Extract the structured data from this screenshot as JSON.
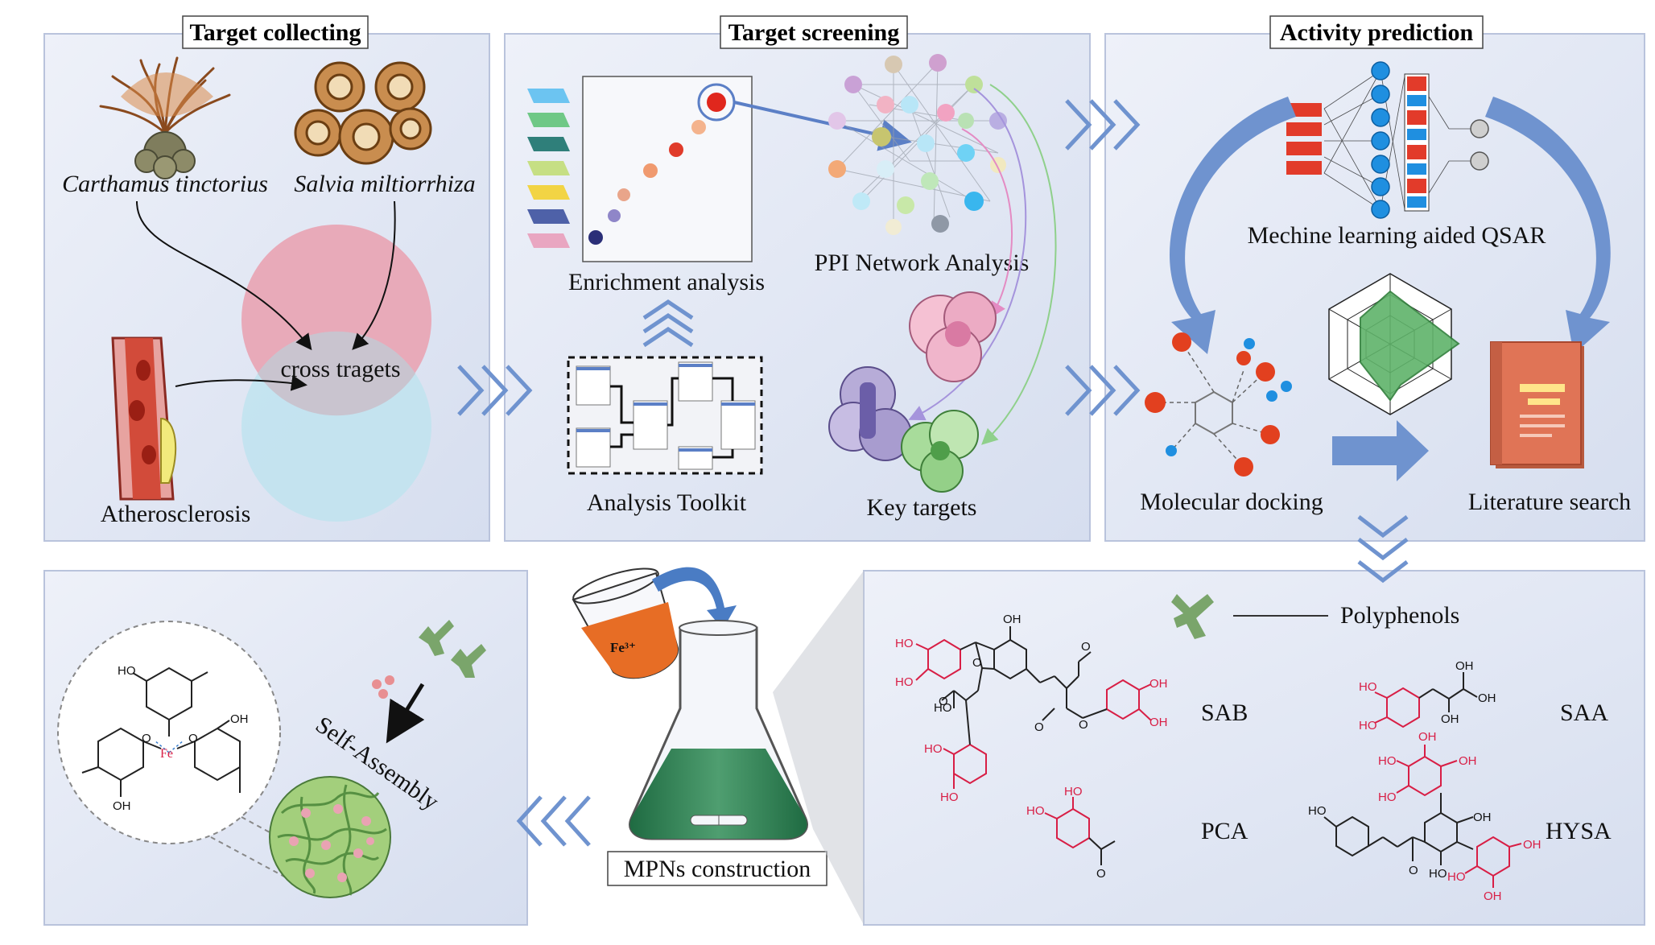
{
  "sections": {
    "target_collecting": {
      "title": "Target collecting",
      "plant1": "Carthamus tinctorius",
      "plant2": "Salvia miltiorrhiza",
      "overlap": "cross tragets",
      "disease": "Atherosclerosis"
    },
    "target_screening": {
      "title": "Target screening",
      "enrichment": "Enrichment analysis",
      "toolkit": "Analysis Toolkit",
      "ppi": "PPI Network Analysis",
      "key_targets": "Key targets"
    },
    "activity_prediction": {
      "title": "Activity prediction",
      "ml": "Mechine learning aided QSAR",
      "docking": "Molecular docking",
      "literature": "Literature search"
    },
    "self_assembly": {
      "label": "Self-Assembly",
      "atoms": {
        "ho1": "HO",
        "oh1": "OH",
        "oh2": "OH",
        "fe": "Fe",
        "o": "O"
      }
    },
    "mpn": {
      "label": "MPNs construction",
      "fe_label": "Fe³⁺"
    },
    "polyphenols": {
      "legend": "Polyphenols",
      "compounds": [
        "SAB",
        "SAA",
        "PCA",
        "HYSA"
      ],
      "atoms": {
        "oh": "OH",
        "ho": "HO",
        "o": "O"
      }
    }
  },
  "colors": {
    "panel_fill": "#dfe5f3",
    "panel_stroke": "#b9c3dc",
    "arrow_blue": "#6f93cf",
    "venn_pink": "#e9a3b3",
    "venn_blue": "#bfe3ee",
    "flask_green": "#2f7f54",
    "red_node": "#e2401f",
    "chem_red": "#d81e45"
  }
}
